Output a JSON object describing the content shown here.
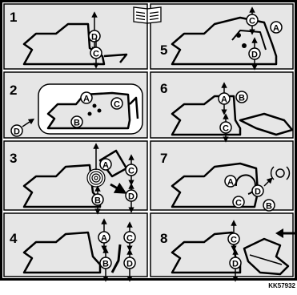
{
  "panels": [
    {
      "number": "1",
      "labels": [
        "C",
        "D"
      ]
    },
    {
      "number": "2",
      "labels": [
        "A",
        "B",
        "C",
        "D"
      ]
    },
    {
      "number": "3",
      "labels": [
        "A",
        "B",
        "C",
        "D"
      ]
    },
    {
      "number": "4",
      "labels": [
        "A",
        "B",
        "C",
        "D"
      ]
    },
    {
      "number": "5",
      "labels": [
        "A",
        "C",
        "D"
      ]
    },
    {
      "number": "6",
      "labels": [
        "A",
        "B",
        "C"
      ]
    },
    {
      "number": "7",
      "labels": [
        "A",
        "B",
        "C",
        "D"
      ]
    },
    {
      "number": "8",
      "labels": [
        "C",
        "D"
      ]
    }
  ],
  "manual_icon": "open-book-icon",
  "reference_code": "KK57932",
  "colors": {
    "background": "#ffffff",
    "ink": "#000000",
    "panel_fill": "#e6e6e6",
    "callout_fill": "#ffffff"
  }
}
